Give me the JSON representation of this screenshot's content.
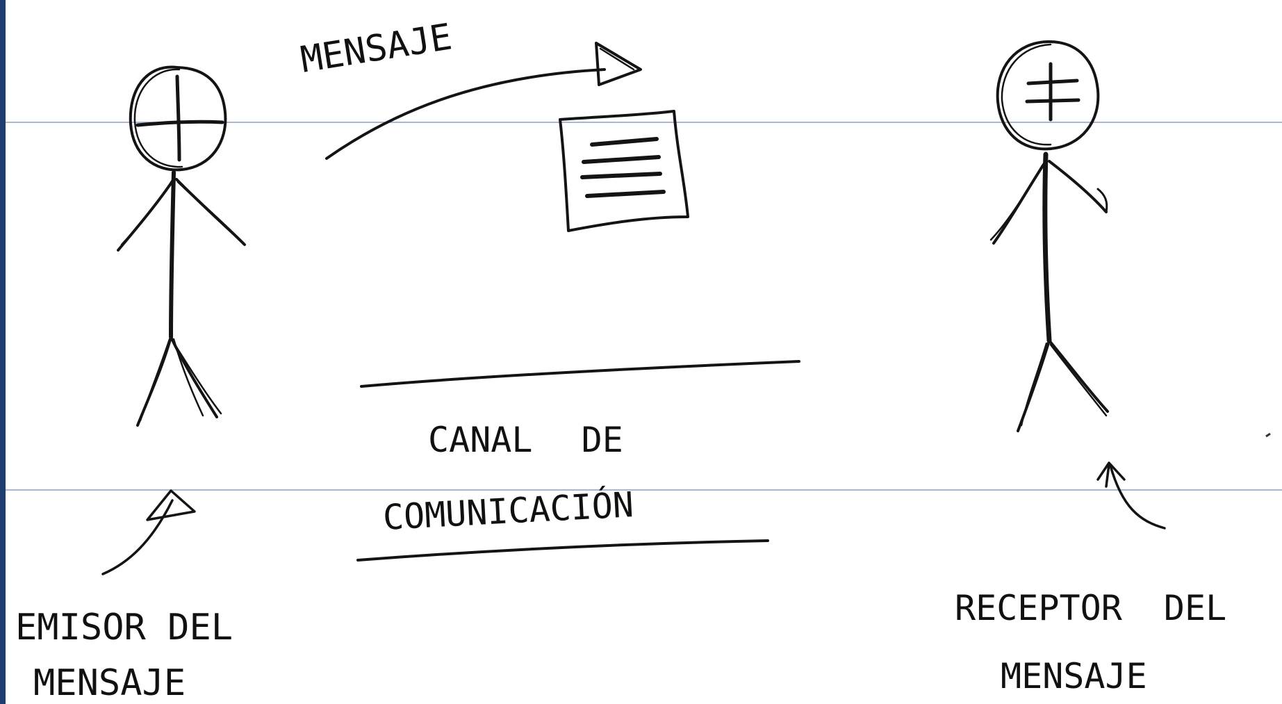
{
  "diagram": {
    "title_arrow_label": "MENSAJE",
    "sender": {
      "label_line1": "EMISOR DEL",
      "label_line2": "MENSAJE"
    },
    "receiver": {
      "label_line1": "RECEPTOR DEL",
      "label_line2": "MENSAJE"
    },
    "channel": {
      "label_line1": "CANAL DE",
      "label_line2": "COMUNICACIÓN"
    }
  },
  "colors": {
    "ink": "#141414",
    "ruled_line": "#8aa0bf",
    "left_border": "#1f3d6e",
    "paper": "#ffffff"
  },
  "icons": {
    "sender": "stick-figure-icon",
    "receiver": "stick-figure-icon",
    "message": "document-icon"
  }
}
